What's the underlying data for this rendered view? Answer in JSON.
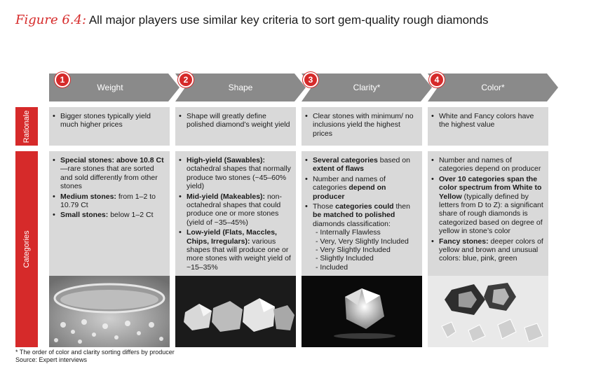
{
  "title": {
    "figure_label": "Figure 6.4:",
    "text": "All major players use similar key criteria to sort gem-quality rough diamonds"
  },
  "steps": [
    {
      "number": "1",
      "label": "Weight"
    },
    {
      "number": "2",
      "label": "Shape"
    },
    {
      "number": "3",
      "label": "Clarity*"
    },
    {
      "number": "4",
      "label": "Color*"
    }
  ],
  "row_labels": {
    "rationale": "Rationale",
    "categories": "Categories"
  },
  "rationale": [
    "Bigger stones typically yield much higher prices",
    "Shape will greatly define polished diamond’s weight yield",
    "Clear stones with minimum/ no inclusions yield the highest prices",
    "White and Fancy colors have the highest value"
  ],
  "categories": {
    "weight": {
      "special_bold": "Special stones: above 10.8 Ct",
      "special_rest": "—rare stones that are sorted and sold differently from other stones",
      "medium_bold": "Medium stones:",
      "medium_rest": " from 1–2 to 10.79 Ct",
      "small_bold": "Small stones:",
      "small_rest": " below 1–2 Ct"
    },
    "shape": {
      "high_bold": "High-yield (Sawables):",
      "high_rest": " octahedral shapes that normally produce two stones (~45–60% yield)",
      "mid_bold": "Mid-yield (Makeables):",
      "mid_rest": " non-octahedral shapes that could produce one or more stones (yield of ~35–45%)",
      "low_bold": "Low-yield (Flats, Maccles, Chips, Irregulars):",
      "low_rest": " various shapes that will produce one or more stones with weight yield of ~15–35%"
    },
    "clarity": {
      "b1_bold": "Several categories",
      "b1_mid": " based on ",
      "b1_bold2": "extent of flaws",
      "b2_pre": "Number and names of categories ",
      "b2_bold": "depend on producer",
      "b3_pre": "Those ",
      "b3_bold": "categories could",
      "b3_mid": " then ",
      "b3_bold2": "be matched to polished",
      "b3_rest": " diamonds classification:",
      "subs": [
        "- Internally Flawless",
        "- Very, Very Slightly Included",
        "- Very Slightly Included",
        "- Slightly Included",
        "- Included"
      ]
    },
    "color": {
      "b1": "Number and names of categories depend on producer",
      "b2_bold": "Over 10 categories span the color spectrum from White to Yellow",
      "b2_rest": " (typically defined by letters from D to Z): a significant share of rough diamonds is categorized based on degree of yellow in stone’s color",
      "b3_bold": "Fancy stones:",
      "b3_rest": " deeper colors of yellow and brown and unusual colors: blue, pink, green"
    }
  },
  "footer": {
    "note": "* The order of color and clarity sorting differs by producer",
    "source": "Source:   Expert interviews"
  },
  "colors": {
    "accent": "#d62a2a",
    "arrow": "#8a8a8a",
    "cell": "#d9d9d9"
  }
}
